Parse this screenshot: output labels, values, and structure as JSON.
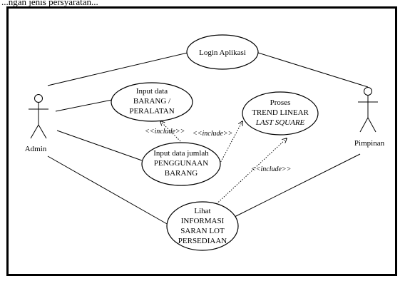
{
  "top_text": "...ngan    jenis persyaratan...",
  "actors": [
    {
      "id": "admin",
      "label": "Admin"
    },
    {
      "id": "pimpinan",
      "label": "Pimpinan"
    }
  ],
  "use_cases": [
    {
      "id": "login",
      "lines": [
        "Login Aplikasi"
      ]
    },
    {
      "id": "input-barang",
      "lines": [
        "Input data",
        "BARANG /",
        "PERALATAN"
      ]
    },
    {
      "id": "proses",
      "lines": [
        "Proses",
        "TREND LINEAR",
        "LAST SQUARE"
      ],
      "italic_lines": [
        2
      ]
    },
    {
      "id": "input-penggunaan",
      "lines": [
        "Input data jumlah",
        "PENGGUNAAN",
        "BARANG"
      ]
    },
    {
      "id": "lihat",
      "lines": [
        "Lihat",
        "INFORMASI",
        "SARAN LOT",
        "PERSEDIAAN"
      ]
    }
  ],
  "include_labels": [
    "<<include>>",
    "<<include>>",
    "<<include>>"
  ]
}
